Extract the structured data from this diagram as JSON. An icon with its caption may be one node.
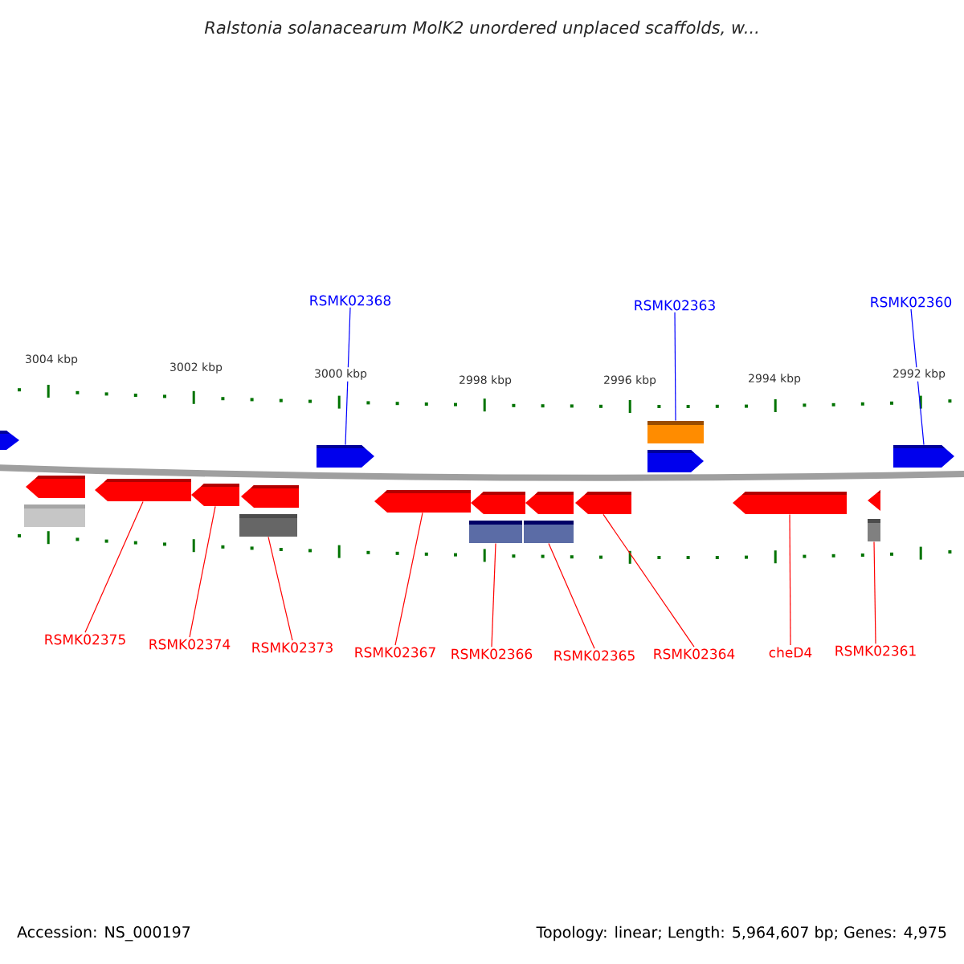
{
  "diagram": {
    "title": "Ralstonia solanacearum MolK2 unordered unplaced scaffolds, w...",
    "nodes": [
      {
        "text": [
          "RSMK02368"
        ]
      },
      {
        "text": [
          "RSMK02363"
        ]
      },
      {
        "text": [
          "RSMK02360"
        ]
      },
      {
        "text": [],
        "shape": "arrow"
      },
      {
        "text": [],
        "shape": "arrow"
      },
      {
        "text": [],
        "shape": "box"
      },
      {
        "text": [],
        "shape": "arrow"
      },
      {
        "text": [],
        "shape": "arrow"
      },
      {
        "text": [],
        "shape": "arrow"
      },
      {
        "text": [],
        "shape": "arrow"
      },
      {
        "text": [],
        "shape": "arrow"
      },
      {
        "text": [],
        "shape": "arrow"
      },
      {
        "text": [],
        "shape": "arrow"
      },
      {
        "text": [],
        "shape": "arrow"
      },
      {
        "text": [],
        "shape": "arrow"
      },
      {
        "text": [],
        "shape": "arrow"
      },
      {
        "text": [],
        "shape": "arrow"
      },
      {
        "text": [],
        "shape": "arrow"
      },
      {
        "text": [],
        "shape": "box"
      },
      {
        "text": [],
        "shape": "box"
      },
      {
        "text": [],
        "shape": "box"
      },
      {
        "text": [],
        "shape": "box"
      },
      {
        "text": [],
        "shape": "box"
      },
      {
        "text": [
          "RSMK02375"
        ]
      },
      {
        "text": [
          "RSMK02374"
        ]
      },
      {
        "text": [
          "RSMK02373"
        ]
      },
      {
        "text": [
          "RSMK02367"
        ]
      },
      {
        "text": [
          "RSMK02366"
        ]
      },
      {
        "text": [
          "RSMK02365"
        ]
      },
      {
        "text": [
          "RSMK02364"
        ]
      },
      {
        "text": [
          "cheD4"
        ]
      },
      {
        "text": [
          "RSMK02361"
        ]
      }
    ],
    "edges": [
      {
        "from": 0,
        "to": 4,
        "arrow": "none",
        "color": "#0000ff"
      },
      {
        "from": 1,
        "to": 5,
        "arrow": "none",
        "color": "#0000ff"
      },
      {
        "from": 2,
        "to": 7,
        "arrow": "none",
        "color": "#0000ff"
      },
      {
        "from": 23,
        "to": 9,
        "arrow": "none"
      },
      {
        "from": 24,
        "to": 10,
        "arrow": "none"
      },
      {
        "from": 25,
        "to": 19,
        "arrow": "none"
      },
      {
        "from": 26,
        "to": 12,
        "arrow": "none"
      },
      {
        "from": 27,
        "to": 20,
        "arrow": "none"
      },
      {
        "from": 28,
        "to": 21,
        "arrow": "none"
      },
      {
        "from": 29,
        "to": 15,
        "arrow": "none"
      },
      {
        "from": 30,
        "to": 16,
        "arrow": "none"
      },
      {
        "from": 31,
        "to": 22,
        "arrow": "none"
      }
    ],
    "labels": [
      "3004 kbp",
      "3002 kbp",
      "3000 kbp",
      "2998 kbp",
      "2996 kbp",
      "2994 kbp",
      "2992 kbp",
      "Accession: NS_000197",
      "Topology: linear; Length: 5,964,607 bp; Genes: 4,975"
    ]
  }
}
